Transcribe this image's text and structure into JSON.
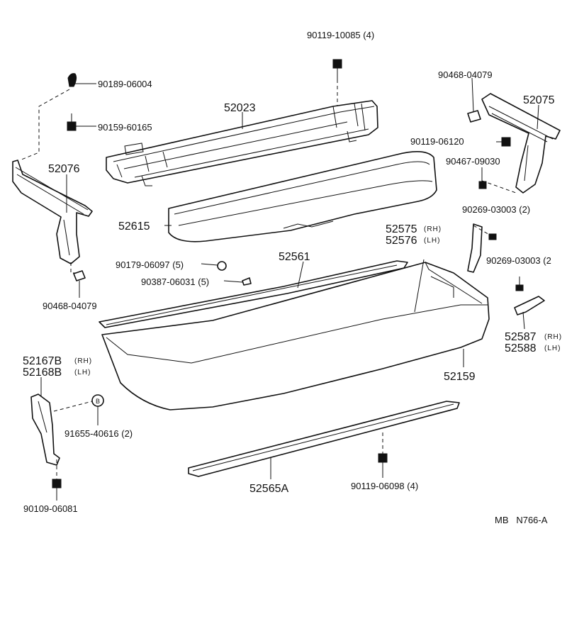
{
  "parts": {
    "p_9011910085": "90119-10085 (4)",
    "p_9018906004": "90189-06004",
    "p_9015960165": "90159-60165",
    "p_52023": "52023",
    "p_9046804079_top": "90468-04079",
    "p_52075": "52075",
    "p_9011906120": "90119-06120",
    "p_9046709030": "90467-09030",
    "p_52076": "52076",
    "p_52615": "52615",
    "p_9026903003_a": "90269-03003 (2)",
    "p_52575": "52575",
    "p_52575_sfx": "(RH)",
    "p_52576": "52576",
    "p_52576_sfx": "(LH)",
    "p_9026903003_b": "90269-03003 (2",
    "p_9017906097": "90179-06097 (5)",
    "p_52561": "52561",
    "p_9038706031": "90387-06031 (5)",
    "p_9046804079_bottom": "90468-04079",
    "p_52587": "52587",
    "p_52587_sfx": "(RH)",
    "p_52588": "52588",
    "p_52588_sfx": "(LH)",
    "p_52167B": "52167B",
    "p_52167B_sfx": "(RH)",
    "p_52168B": "52168B",
    "p_52168B_sfx": "(LH)",
    "p_52159": "52159",
    "p_9165540616": "91655-40616 (2)",
    "p_52565A": "52565A",
    "p_9011906098": "90119-06098 (4)",
    "p_9010906081": "90109-06081"
  },
  "clip_mark": "B",
  "diagram_code": "MB   N766-A"
}
